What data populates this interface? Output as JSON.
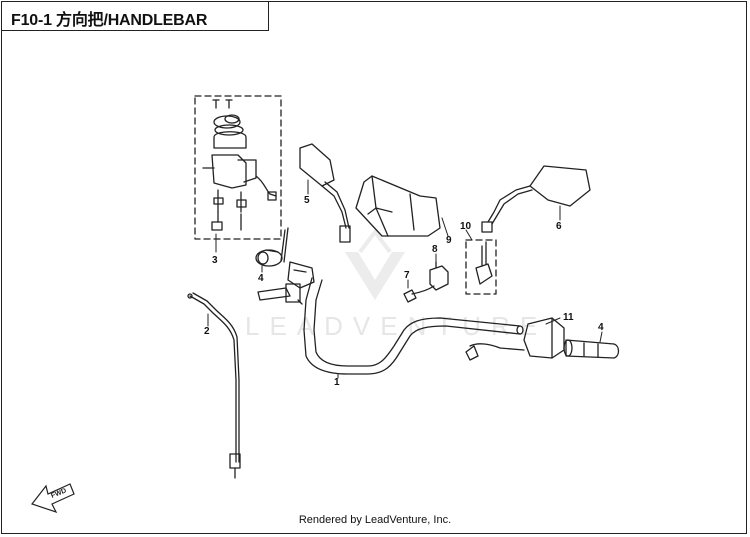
{
  "header": {
    "title": "F10-1 方向把/HANDLEBAR"
  },
  "watermark": {
    "text": "LEADVENTURE"
  },
  "footer": {
    "text": "Rendered by LeadVenture, Inc."
  },
  "fwd_arrow": {
    "label": "FWD"
  },
  "callouts": [
    {
      "id": "1",
      "label": "1"
    },
    {
      "id": "2",
      "label": "2"
    },
    {
      "id": "3",
      "label": "3"
    },
    {
      "id": "4a",
      "label": "4"
    },
    {
      "id": "4b",
      "label": "4"
    },
    {
      "id": "5",
      "label": "5"
    },
    {
      "id": "6",
      "label": "6"
    },
    {
      "id": "7",
      "label": "7"
    },
    {
      "id": "8",
      "label": "8"
    },
    {
      "id": "9",
      "label": "9"
    },
    {
      "id": "10",
      "label": "10"
    },
    {
      "id": "11",
      "label": "11"
    }
  ],
  "colors": {
    "line": "#222222",
    "watermark": "#e6e6e6",
    "background": "#ffffff"
  }
}
